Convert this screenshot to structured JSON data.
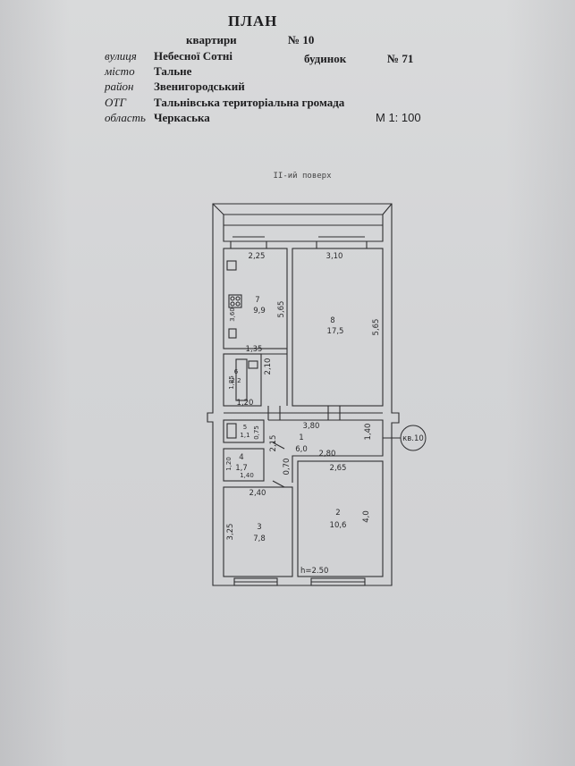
{
  "header": {
    "title": "ПЛАН",
    "subtitle": "квартири",
    "apartment_no": "№ 10",
    "house_label": "будинок",
    "house_no": "№ 71",
    "scale": "М 1: 100"
  },
  "address": [
    {
      "label": "вулиця",
      "value": "Небесної Сотні"
    },
    {
      "label": "місто",
      "value": "Тальне"
    },
    {
      "label": "район",
      "value": "Звенигородський"
    },
    {
      "label": "ОТГ",
      "value": "Тальнівська територіальна громада"
    },
    {
      "label": "область",
      "value": "Черкаська"
    }
  ],
  "plan": {
    "floor_label": "II-ий поверх",
    "apartment_marker": "кв.10",
    "height": "h=2.50",
    "rooms": [
      {
        "no": "1",
        "area": "6,0"
      },
      {
        "no": "2",
        "area": "10,6"
      },
      {
        "no": "3",
        "area": "7,8"
      },
      {
        "no": "4",
        "area": "1,7"
      },
      {
        "no": "5",
        "area": "1,1"
      },
      {
        "no": "6",
        "area": "2,2"
      },
      {
        "no": "7",
        "area": "9,9"
      },
      {
        "no": "8",
        "area": "17,5"
      }
    ],
    "dimensions": {
      "d225": "2,25",
      "d310": "3,10",
      "d565a": "5,65",
      "d565b": "5,65",
      "d360": "3,60",
      "d135": "1,35",
      "d185": "1,85",
      "d210": "2,10",
      "d120a": "1,20",
      "d380": "3,80",
      "d140a": "1,40",
      "d280": "2,80",
      "d075": "0,75",
      "d215": "2,15",
      "d120b": "1,20",
      "d140b": "1,40",
      "d070": "0,70",
      "d265": "2,65",
      "d240": "2,40",
      "d325": "3,25",
      "d40": "4,0"
    }
  }
}
